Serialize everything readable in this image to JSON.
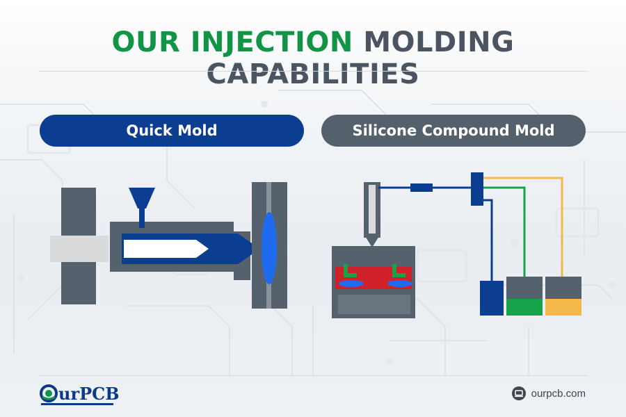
{
  "title": {
    "highlight": "OUR INJECTION",
    "rest": "MOLDING CAPABILITIES"
  },
  "panels": {
    "left_label": "Quick Mold",
    "right_label": "Silicone Compound Mold"
  },
  "footer": {
    "logo_text": "urPCB",
    "website": "ourpcb.com"
  },
  "colors": {
    "brand_green": "#129447",
    "heading_gray": "#4a5561",
    "navy": "#0b3d91",
    "slate": "#54606c",
    "mold_red": "#d0212a",
    "line_blue": "#1a4a9c",
    "line_green": "#16a34a",
    "line_yellow": "#f5b94a"
  },
  "icons": [
    "logo-o-icon",
    "computer-icon"
  ]
}
